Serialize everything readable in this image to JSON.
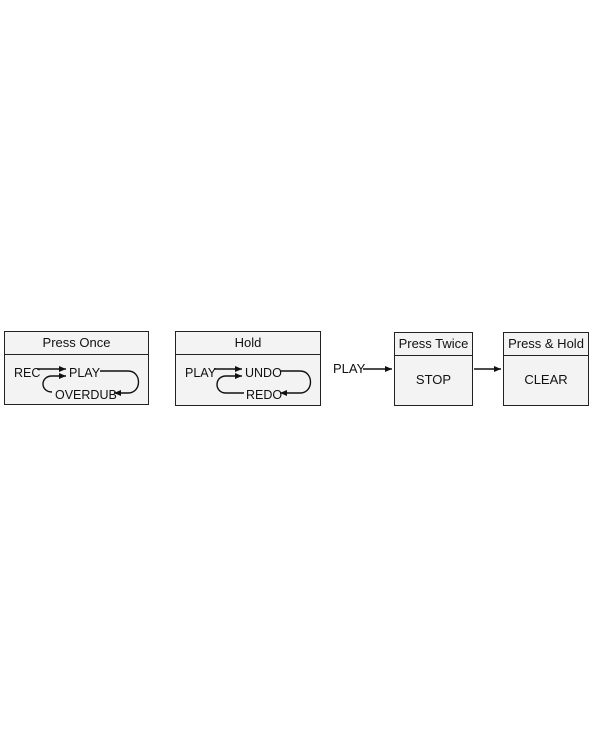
{
  "boxes": [
    {
      "header": "Press Once",
      "items": [
        "REC",
        "PLAY",
        "OVERDUB"
      ]
    },
    {
      "header": "Hold",
      "items": [
        "PLAY",
        "UNDO",
        "REDO"
      ]
    },
    {
      "header": "Press Twice",
      "content": "STOP"
    },
    {
      "header": "Press & Hold",
      "content": "CLEAR"
    }
  ],
  "standalone_label": "PLAY"
}
